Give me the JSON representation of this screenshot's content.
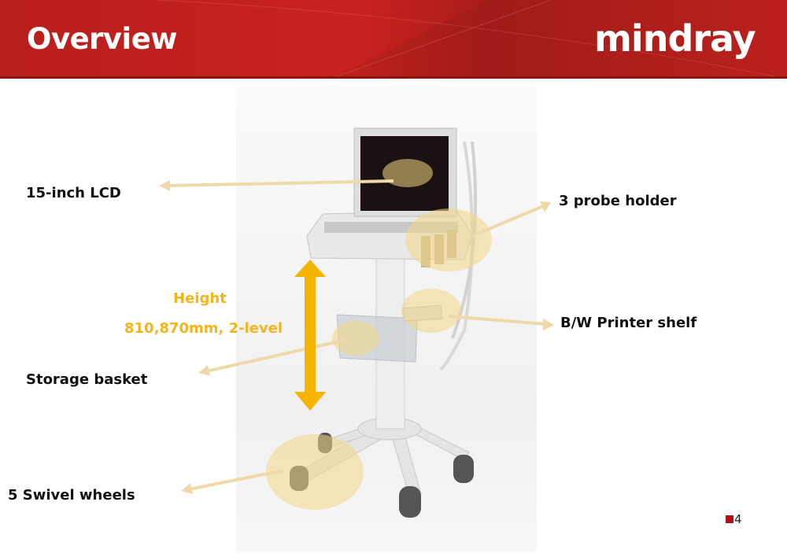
{
  "slide": {
    "title": "Overview",
    "logo_text": "mindray",
    "page_number": "4",
    "colors": {
      "header_red": "#c4211d",
      "highlight": "#f2b51c",
      "arrow": "#f0d9a8"
    }
  },
  "labels": {
    "lcd": "15-inch LCD",
    "probe_holder": "3 probe holder",
    "height_title": "Height",
    "height_value": "810,870mm, 2-level",
    "printer_shelf": "B/W Printer shelf",
    "storage_basket": "Storage basket",
    "wheels": "5 Swivel wheels"
  }
}
